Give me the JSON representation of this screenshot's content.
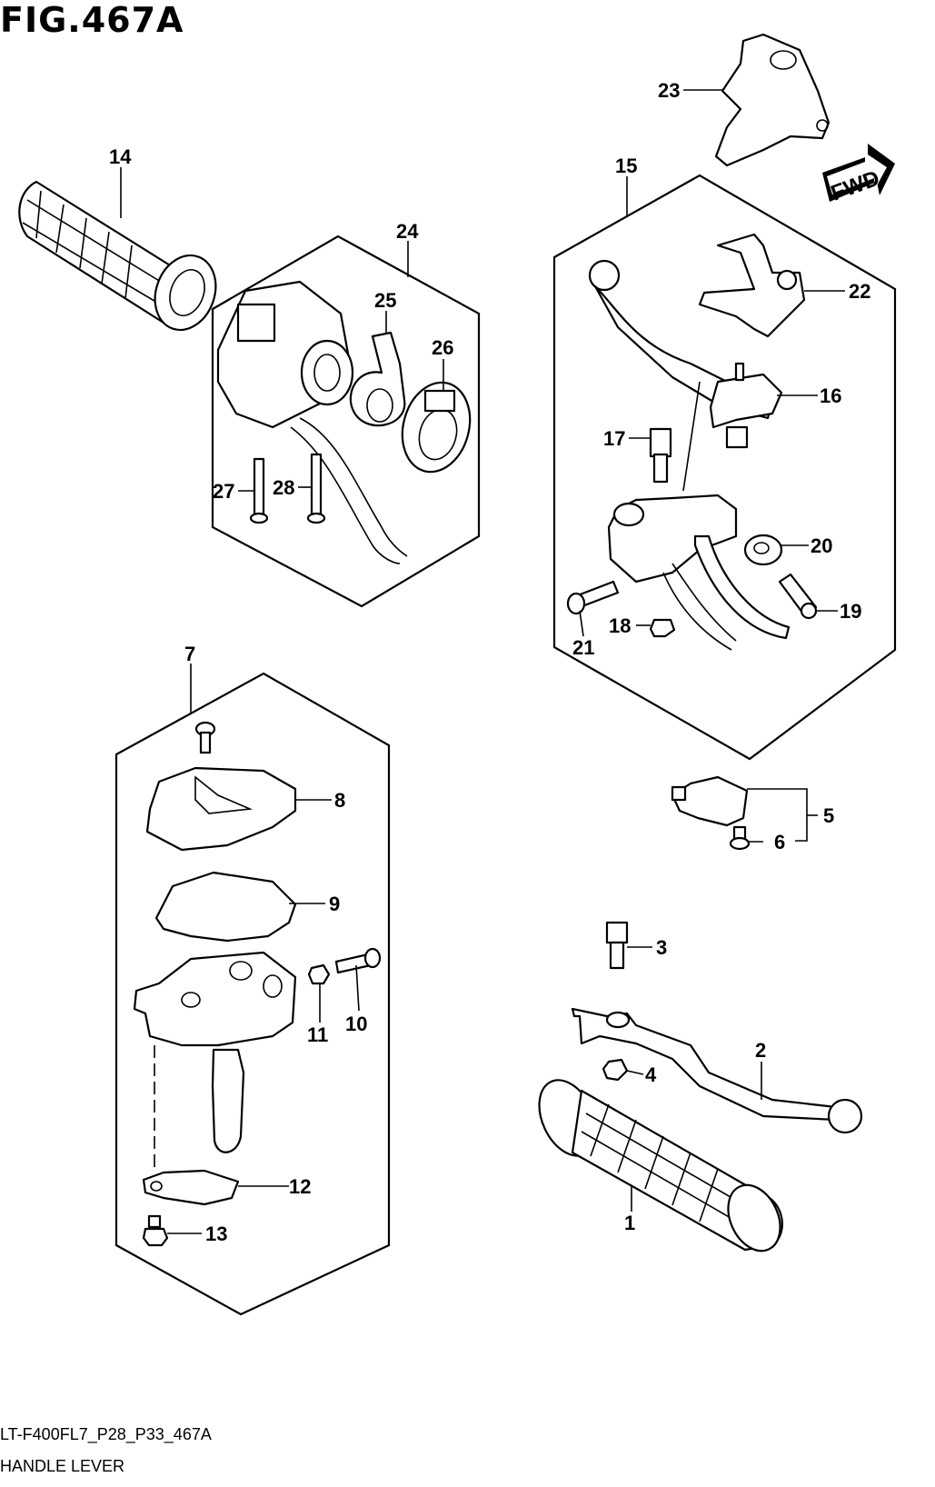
{
  "figure": {
    "title": "FIG.467A",
    "code": "LT-F400FL7_P28_P33_467A",
    "name": "HANDLE LEVER",
    "fwd_label": "FWD"
  },
  "callouts": [
    {
      "id": "c1",
      "label": "1"
    },
    {
      "id": "c2",
      "label": "2"
    },
    {
      "id": "c3",
      "label": "3"
    },
    {
      "id": "c4",
      "label": "4"
    },
    {
      "id": "c5",
      "label": "5"
    },
    {
      "id": "c6",
      "label": "6"
    },
    {
      "id": "c7",
      "label": "7"
    },
    {
      "id": "c8",
      "label": "8"
    },
    {
      "id": "c9",
      "label": "9"
    },
    {
      "id": "c10",
      "label": "10"
    },
    {
      "id": "c11",
      "label": "11"
    },
    {
      "id": "c12",
      "label": "12"
    },
    {
      "id": "c13",
      "label": "13"
    },
    {
      "id": "c14",
      "label": "14"
    },
    {
      "id": "c15",
      "label": "15"
    },
    {
      "id": "c16",
      "label": "16"
    },
    {
      "id": "c17",
      "label": "17"
    },
    {
      "id": "c18",
      "label": "18"
    },
    {
      "id": "c19",
      "label": "19"
    },
    {
      "id": "c20",
      "label": "20"
    },
    {
      "id": "c21",
      "label": "21"
    },
    {
      "id": "c22",
      "label": "22"
    },
    {
      "id": "c23",
      "label": "23"
    },
    {
      "id": "c24",
      "label": "24"
    },
    {
      "id": "c25",
      "label": "25"
    },
    {
      "id": "c26",
      "label": "26"
    },
    {
      "id": "c27",
      "label": "27"
    },
    {
      "id": "c28",
      "label": "28"
    }
  ]
}
